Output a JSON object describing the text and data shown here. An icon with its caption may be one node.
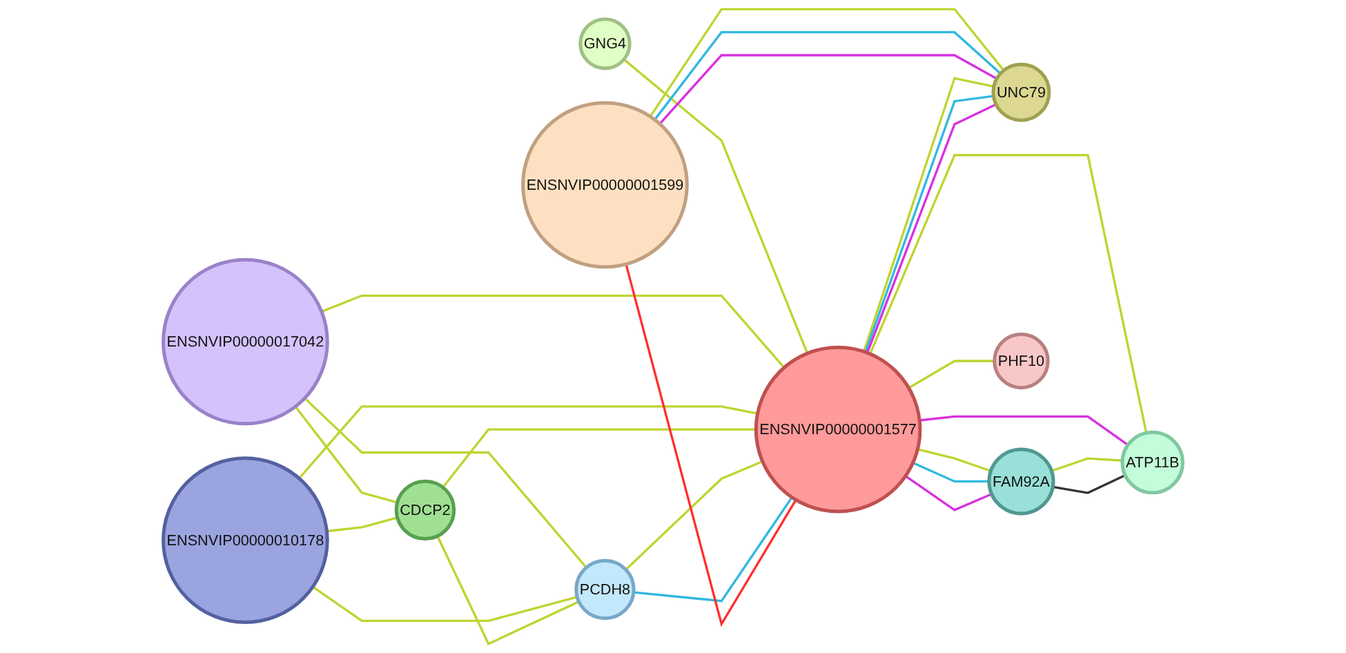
{
  "diagram": {
    "nodes": [
      {
        "text": [
          "GNG4"
        ]
      },
      {
        "text": [
          "ENSNVIP00000017042"
        ]
      },
      {
        "text": [
          "ENSNVIP00000010178"
        ]
      },
      {
        "text": [
          "CDCP2"
        ]
      },
      {
        "text": [
          "PCDH8"
        ]
      },
      {
        "text": [
          "ENSNVIP00000001599"
        ]
      },
      {
        "text": [
          "ENSNVIP00000001577"
        ]
      },
      {
        "text": [
          "UNC79"
        ]
      },
      {
        "text": [
          "FAM92A"
        ]
      },
      {
        "text": [
          "PHF10"
        ]
      },
      {
        "text": [
          "ATP11B"
        ]
      }
    ],
    "edges": [
      {
        "from": 0,
        "to": 6,
        "arrow": "none"
      },
      {
        "from": 1,
        "to": 6,
        "arrow": "none"
      },
      {
        "from": 2,
        "to": 6,
        "arrow": "none"
      },
      {
        "from": 3,
        "to": 6,
        "arrow": "none"
      },
      {
        "from": 4,
        "to": 6,
        "arrow": "none"
      },
      {
        "from": 4,
        "to": 6,
        "arrow": "none",
        "color": "#30b8e0"
      },
      {
        "from": 1,
        "to": 3,
        "arrow": "none"
      },
      {
        "from": 1,
        "to": 4,
        "arrow": "none"
      },
      {
        "from": 2,
        "to": 3,
        "arrow": "none"
      },
      {
        "from": 2,
        "to": 4,
        "arrow": "none"
      },
      {
        "from": 3,
        "to": 4,
        "arrow": "none"
      },
      {
        "from": 5,
        "to": 6,
        "arrow": "none",
        "color": "#ff3030"
      },
      {
        "from": 5,
        "to": 7,
        "arrow": "none"
      },
      {
        "from": 5,
        "to": 7,
        "arrow": "none",
        "color": "#30b8e0"
      },
      {
        "from": 5,
        "to": 7,
        "arrow": "none",
        "color": "#d830e0"
      },
      {
        "from": 6,
        "to": 7,
        "arrow": "none"
      },
      {
        "from": 6,
        "to": 7,
        "arrow": "none",
        "color": "#30b8e0"
      },
      {
        "from": 6,
        "to": 7,
        "arrow": "none",
        "color": "#d830e0"
      },
      {
        "from": 6,
        "to": 8,
        "arrow": "none"
      },
      {
        "from": 6,
        "to": 8,
        "arrow": "none",
        "color": "#30b8e0"
      },
      {
        "from": 6,
        "to": 8,
        "arrow": "none",
        "color": "#d830e0"
      },
      {
        "from": 6,
        "to": 9,
        "arrow": "none"
      },
      {
        "from": 6,
        "to": 10,
        "arrow": "none"
      },
      {
        "from": 6,
        "to": 10,
        "arrow": "none",
        "color": "#d830e0"
      },
      {
        "from": 8,
        "to": 10,
        "arrow": "none"
      },
      {
        "from": 8,
        "to": 10,
        "arrow": "none",
        "color": "#333333"
      }
    ]
  }
}
